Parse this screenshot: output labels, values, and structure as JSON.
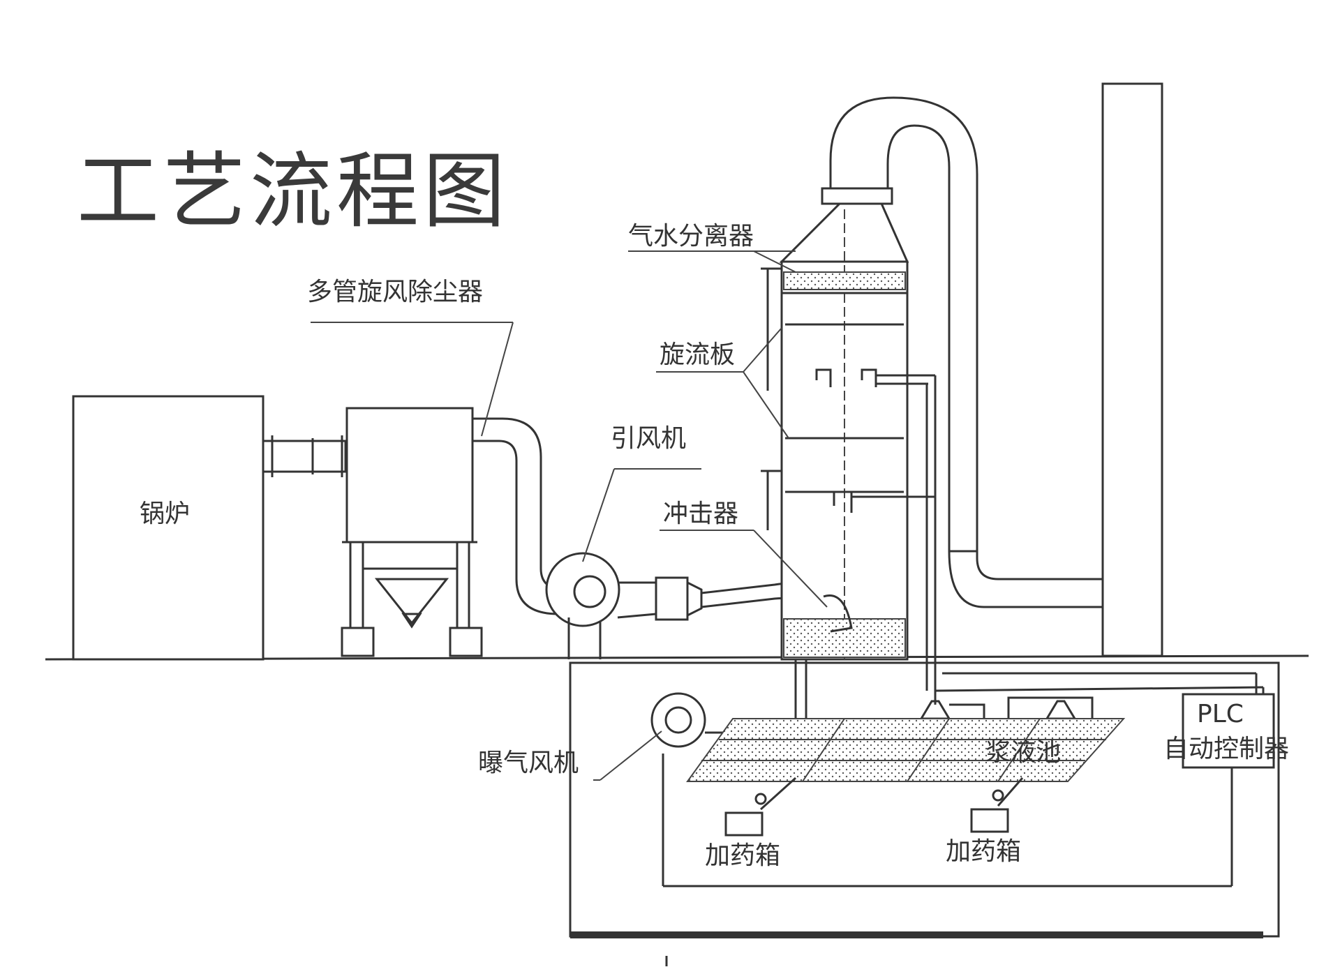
{
  "title": "工艺流程图",
  "labels": {
    "boiler": "锅炉",
    "dust_collector": "多管旋风除尘器",
    "induced_fan": "引风机",
    "separator": "气水分离器",
    "swirl_plate": "旋流板",
    "impactor": "冲击器",
    "aeration_fan": "曝气风机",
    "slurry_pool": "浆液池",
    "dosing_tank_1": "加药箱",
    "dosing_tank_2": "加药箱",
    "plc_top": "PLC",
    "plc_bottom": "自动控制器"
  }
}
